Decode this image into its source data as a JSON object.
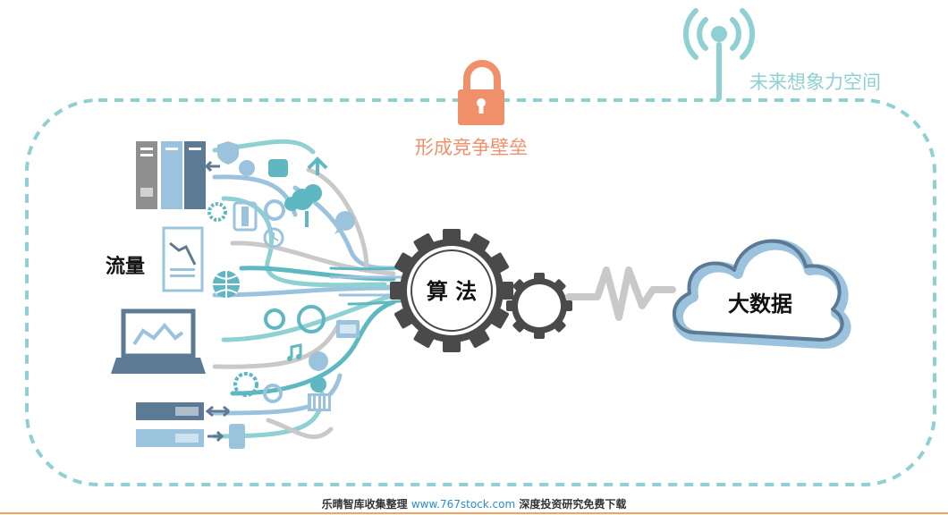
{
  "labels": {
    "future_space": "未来想象力空间",
    "barrier": "形成竞争壁垒",
    "traffic": "流量",
    "algorithm": "算 法",
    "big_data": "大数据"
  },
  "icons": {
    "antenna": "wifi-signal-icon",
    "lock": "padlock-icon",
    "cloud": "cloud-icon",
    "gear_large": "gear-icon",
    "gear_small": "gear-icon",
    "laptop": "laptop-icon",
    "document": "document-chart-icon",
    "servers": "server-rack-icon",
    "sms": "sms-bubble-icon"
  },
  "colors": {
    "teal": "#8fd0d2",
    "orange": "#f0906a",
    "gray": "#4a4a4a",
    "steel": "#5d7a95",
    "light_blue": "#9cc3de"
  },
  "footer": {
    "prefix": "乐晴智库收集整理 ",
    "url": "www.767stock.com",
    "suffix": " 深度投资研究免费下载"
  }
}
